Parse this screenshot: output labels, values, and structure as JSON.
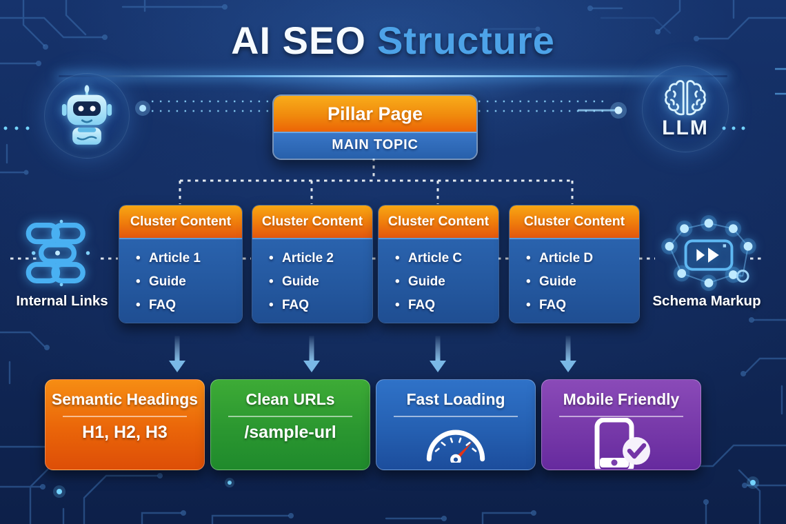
{
  "title": {
    "white_part": "AI SEO",
    "blue_part": "Structure"
  },
  "top_icons": {
    "robot_icon": "robot-icon",
    "brain_icon": "brain-icon",
    "llm_label": "LLM"
  },
  "pillar": {
    "title": "Pillar Page",
    "subtitle": "MAIN TOPIC"
  },
  "clusters": [
    {
      "header": "Cluster Content",
      "items": [
        "Article 1",
        "Guide",
        "FAQ"
      ]
    },
    {
      "header": "Cluster Content",
      "items": [
        "Article 2",
        "Guide",
        "FAQ"
      ]
    },
    {
      "header": "Cluster Content",
      "items": [
        "Article C",
        "Guide",
        "FAQ"
      ]
    },
    {
      "header": "Cluster Content",
      "items": [
        "Article D",
        "Guide",
        "FAQ"
      ]
    }
  ],
  "side_features": {
    "left": {
      "label": "Internal Links",
      "icon": "chain-links-icon"
    },
    "right": {
      "label": "Schema Markup",
      "icon": "schema-nodes-icon"
    }
  },
  "bottom_features": [
    {
      "title": "Semantic Headings",
      "subtitle": "H1, H2, H3",
      "accent": "#e8650e"
    },
    {
      "title": "Clean URLs",
      "subtitle": "/sample-url",
      "accent": "#2f9e33"
    },
    {
      "title": "Fast Loading",
      "icon": "speedometer-icon",
      "accent": "#2565b8"
    },
    {
      "title": "Mobile Friendly",
      "icon": "mobile-check-icon",
      "accent": "#7a3fad"
    }
  ],
  "colors": {
    "background_navy": "#122a5c",
    "orange": "#ee7a0c",
    "cluster_blue": "#2a63ae",
    "green": "#2f9e33",
    "purple": "#7a3fad",
    "title_blue": "#4da3e8",
    "accent_cyan": "#59c8ff",
    "connector_white": "#f0f4f8",
    "needle_red": "#e23317"
  }
}
